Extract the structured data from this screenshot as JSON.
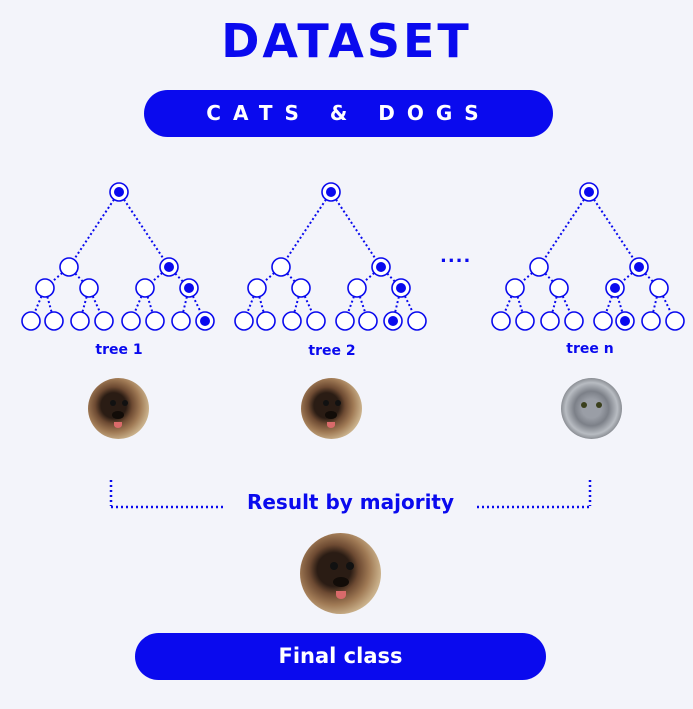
{
  "title": "DATASET",
  "dataset_label": "CATS & DOGS",
  "trees": [
    {
      "label": "tree 1"
    },
    {
      "label": "tree 2"
    },
    {
      "label": "tree n"
    }
  ],
  "ellipsis": "....",
  "result_label": "Result by majority",
  "final_label": "Final class",
  "predictions": [
    "dog",
    "dog",
    "cat"
  ],
  "final_prediction": "dog",
  "colors": {
    "accent": "#0a0aee",
    "background": "#f3f4fa",
    "pill_text": "#ffffff"
  }
}
